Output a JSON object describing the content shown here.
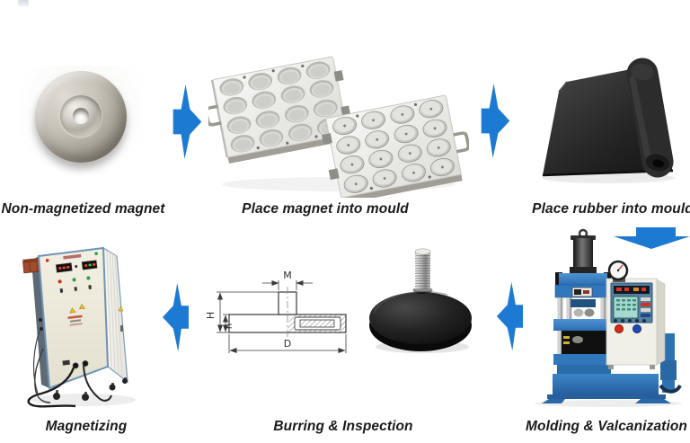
{
  "page": {
    "background": "#ffffff"
  },
  "flow": {
    "arrow_color": "#1d7ad2",
    "top_row": [
      {
        "id": "non-magnetized-magnet",
        "label": "Non-magnetized magnet"
      },
      {
        "id": "place-magnet-into-mould",
        "label": "Place magnet into mould"
      },
      {
        "id": "place-rubber-into-mould",
        "label": "Place rubber into mould"
      }
    ],
    "bottom_row": [
      {
        "id": "magnetizing",
        "label": "Magnetizing"
      },
      {
        "id": "burring-inspection",
        "label": "Burring & Inspection"
      },
      {
        "id": "molding-valcanization",
        "label": "Molding & Valcanization"
      }
    ],
    "arrows": [
      {
        "dir": "right"
      },
      {
        "dir": "right"
      },
      {
        "dir": "down"
      },
      {
        "dir": "left"
      },
      {
        "dir": "left"
      }
    ]
  },
  "drawing": {
    "dims": {
      "thread": "M",
      "height": "H",
      "base_height": "h",
      "diameter": "D"
    }
  }
}
